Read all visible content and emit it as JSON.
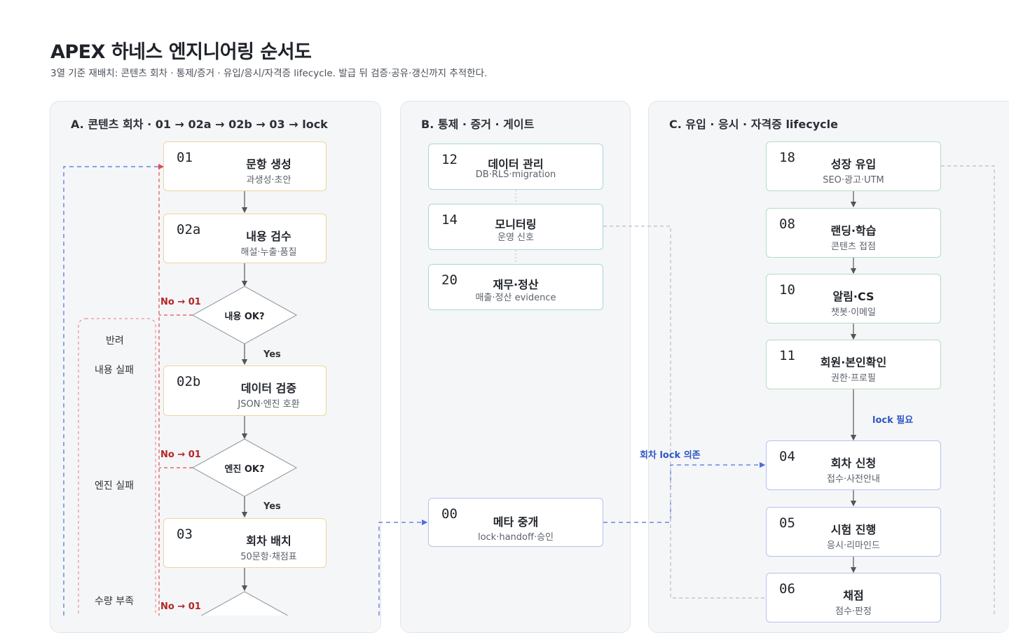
{
  "header": {
    "title": "APEX 하네스 엔지니어링 순서도",
    "subtitle": "3열 기준 재배치: 콘텐츠 회차 · 통제/증거 · 유입/응시/자격증 lifecycle. 발급 뒤 검증·공유·갱신까지 추적한다."
  },
  "panels": {
    "a": {
      "title": "A. 콘텐츠 회차 · 01 → 02a → 02b → 03 → lock"
    },
    "b": {
      "title": "B. 통제 · 증거 · 게이트"
    },
    "c": {
      "title": "C. 유입 · 응시 · 자격증 lifecycle"
    }
  },
  "nodes": {
    "n01": {
      "id": "01",
      "title": "문항 생성",
      "sub": "과생성·초안"
    },
    "n02a": {
      "id": "02a",
      "title": "내용 검수",
      "sub": "해설·누출·품질"
    },
    "n02b": {
      "id": "02b",
      "title": "데이터 검증",
      "sub": "JSON·엔진 호환"
    },
    "n03": {
      "id": "03",
      "title": "회차 배치",
      "sub": "50문항·채점표"
    },
    "n12": {
      "id": "12",
      "title": "데이터 관리",
      "sub": "DB·RLS·migration"
    },
    "n14": {
      "id": "14",
      "title": "모니터링",
      "sub": "운영 신호"
    },
    "n20": {
      "id": "20",
      "title": "재무·정산",
      "sub": "매출·정산 evidence"
    },
    "n00": {
      "id": "00",
      "title": "메타 중개",
      "sub": "lock·handoff·승인"
    },
    "n18": {
      "id": "18",
      "title": "성장 유입",
      "sub": "SEO·광고·UTM"
    },
    "n08": {
      "id": "08",
      "title": "랜딩·학습",
      "sub": "콘텐츠 접점"
    },
    "n10": {
      "id": "10",
      "title": "알림·CS",
      "sub": "챗봇·이메일"
    },
    "n11": {
      "id": "11",
      "title": "회원·본인확인",
      "sub": "권한·프로필"
    },
    "n04": {
      "id": "04",
      "title": "회차 신청",
      "sub": "접수·사전안내"
    },
    "n05": {
      "id": "05",
      "title": "시험 진행",
      "sub": "응시·리마인드"
    },
    "n06": {
      "id": "06",
      "title": "채점",
      "sub": "점수·판정"
    }
  },
  "decisions": {
    "d1": "내용 OK?",
    "d2": "엔진 OK?"
  },
  "labels": {
    "no1": "No → 01",
    "no2": "No → 01",
    "no3": "No → 01",
    "yes1": "Yes",
    "yes2": "Yes",
    "reject": "반려",
    "content_fail": "내용 실패",
    "engine_fail": "엔진 실패",
    "qty_short": "수량 부족",
    "lock_needed": "lock 필요",
    "round_lock_dep": "회차 lock 의존"
  },
  "colors": {
    "red_dash": "#e05050",
    "blue_dash": "#4a6fe0",
    "gray_dash": "#b9bcc2",
    "orange_border": "#f0d49a",
    "teal_border": "#a9d6dd",
    "green_border": "#b5dcc3",
    "lavender_border": "#b8bff0"
  }
}
